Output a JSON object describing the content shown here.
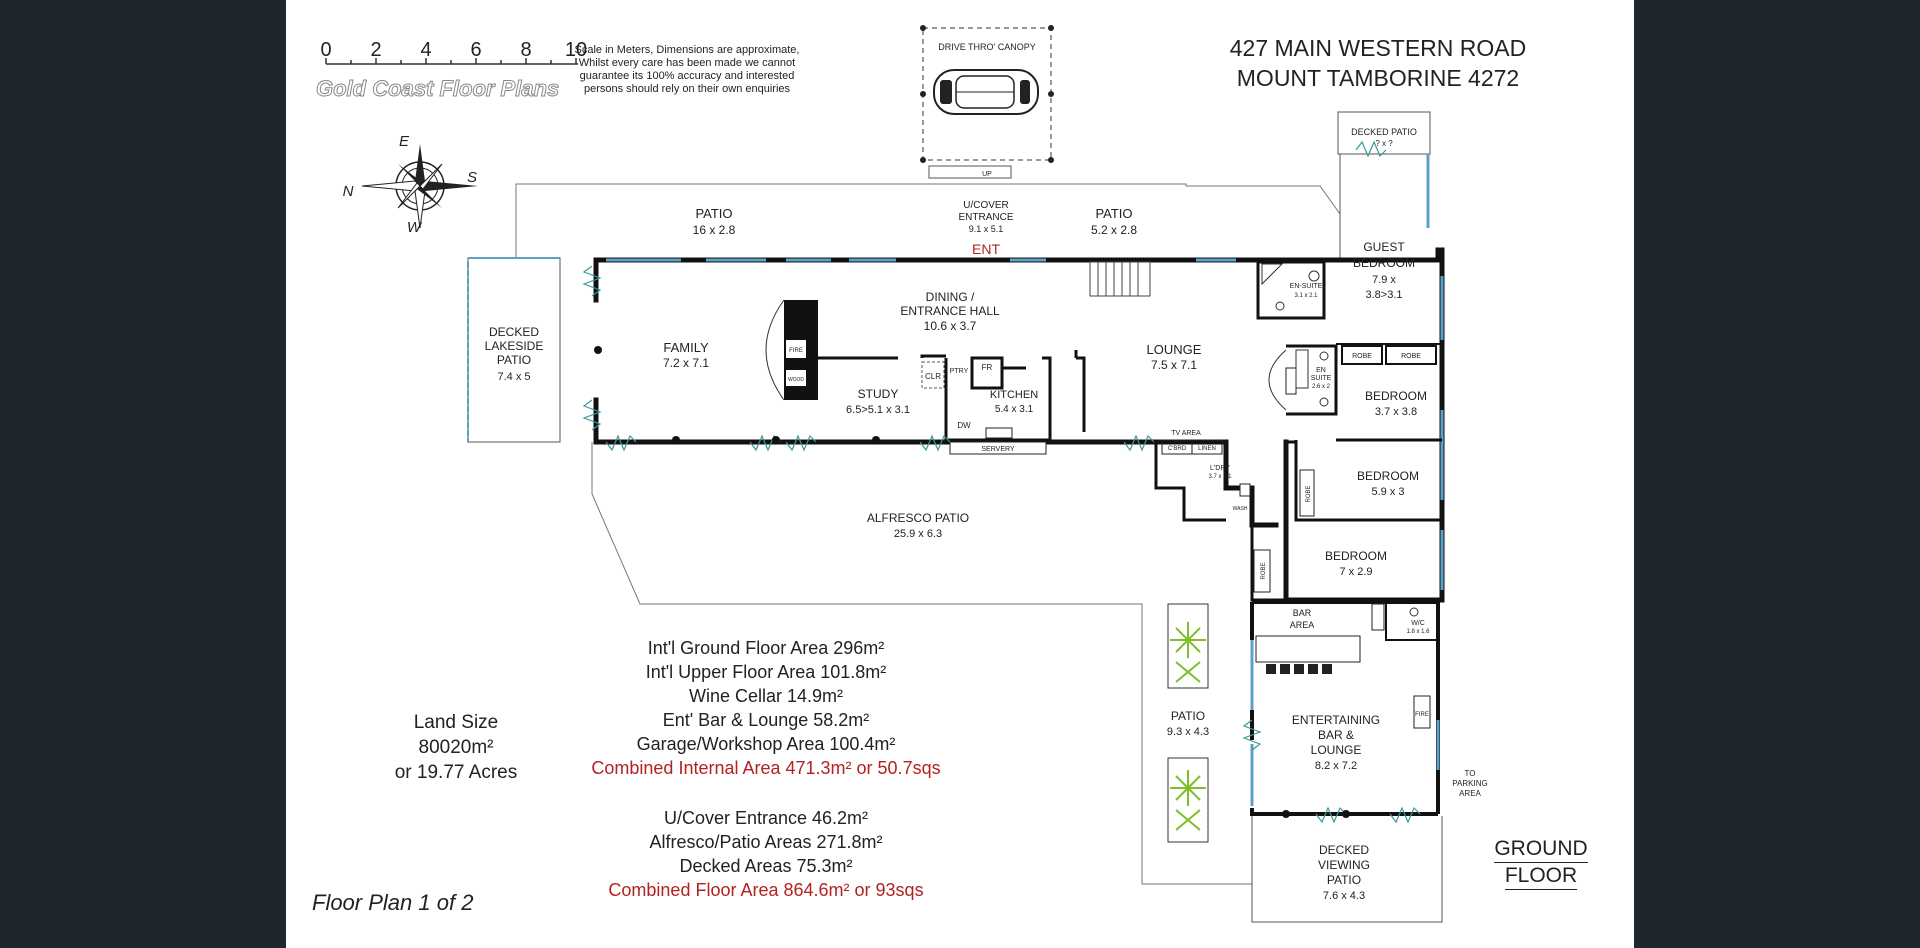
{
  "address": {
    "line1": "427 MAIN WESTERN ROAD",
    "line2": "MOUNT TAMBORINE 4272"
  },
  "scale": {
    "ticks": [
      "0",
      "2",
      "4",
      "6",
      "8",
      "10"
    ],
    "brand": "Gold Coast Floor Plans"
  },
  "disclaimer": [
    "Scale in Meters, Dimensions are approximate,",
    "Whilst every care has been made we cannot",
    "guarantee its 100% accuracy and interested",
    "persons should rely on their own enquiries"
  ],
  "compass": {
    "E": "E",
    "S": "S",
    "W": "W",
    "N": "N"
  },
  "rooms": {
    "drive_canopy": "DRIVE THRO' CANOPY",
    "up": "UP",
    "patio1_name": "PATIO",
    "patio1_dim": "16 x 2.8",
    "ucover_name1": "U/COVER",
    "ucover_name2": "ENTRANCE",
    "ucover_dim": "9.1 x 5.1",
    "patio2_name": "PATIO",
    "patio2_dim": "5.2 x 2.8",
    "ent": "ENT",
    "decked_patio_top": "DECKED PATIO",
    "decked_patio_top_dim": "? x ?",
    "guest_name": "GUEST",
    "guest_name2": "BEDROOM",
    "guest_dim1": "7.9 x",
    "guest_dim2": "3.8>3.1",
    "ensuite1_name": "EN-SUITE",
    "ensuite1_dim": "3.1 x 2.1",
    "lakeside1": "DECKED",
    "lakeside2": "LAKESIDE",
    "lakeside3": "PATIO",
    "lakeside_dim": "7.4 x 5",
    "family_name": "FAMILY",
    "family_dim": "7.2 x 7.1",
    "dining_name1": "DINING /",
    "dining_name2": "ENTRANCE HALL",
    "dining_dim": "10.6 x 3.7",
    "fire": "FIRE",
    "wood": "WOOD",
    "study_name": "STUDY",
    "study_dim": "6.5>5.1 x 3.1",
    "clr": "CLR",
    "ptry": "PTRY",
    "fr": "FR",
    "kitchen_name": "KITCHEN",
    "kitchen_dim": "5.4 x 3.1",
    "dw": "DW",
    "servery": "SERVERY",
    "lounge_name": "LOUNGE",
    "lounge_dim": "7.5 x 7.1",
    "robe": "ROBE",
    "ensuite2_name1": "EN",
    "ensuite2_name2": "SUITE",
    "ensuite2_dim": "2.6 x 2",
    "bed1_name": "BEDROOM",
    "bed1_dim": "3.7 x 3.8",
    "tv_area": "TV AREA",
    "cbrd": "C'BRD",
    "linen": "LINEN",
    "ldry_name": "L'DRY",
    "ldry_dim": "3.7 x 3.1",
    "wash": "WASH",
    "bed2_name": "BEDROOM",
    "bed2_dim": "5.9 x 3",
    "bed3_name": "BEDROOM",
    "bed3_dim": "7 x 2.9",
    "alfresco_name": "ALFRESCO PATIO",
    "alfresco_dim": "25.9 x 6.3",
    "bar_name1": "BAR",
    "bar_name2": "AREA",
    "wc_name": "W/C",
    "wc_dim": "1.8 x 1.6",
    "patio3_name": "PATIO",
    "patio3_dim": "9.3 x 4.3",
    "ent_bar1": "ENTERTAINING",
    "ent_bar2": "BAR &",
    "ent_bar3": "LOUNGE",
    "ent_bar_dim": "8.2 x 7.2",
    "parking1": "TO",
    "parking2": "PARKING",
    "parking3": "AREA",
    "viewing1": "DECKED",
    "viewing2": "VIEWING",
    "viewing3": "PATIO",
    "viewing_dim": "7.6 x 4.3"
  },
  "areas_block1": [
    "Int'l Ground Floor Area 296m²",
    "Int'l Upper Floor Area 101.8m²",
    "Wine Cellar 14.9m²",
    "Ent' Bar & Lounge 58.2m²",
    "Garage/Workshop Area 100.4m²"
  ],
  "combined_internal": "Combined Internal Area 471.3m² or 50.7sqs",
  "areas_block2": [
    "U/Cover Entrance 46.2m²",
    "Alfresco/Patio Areas 271.8m²",
    "Decked Areas 75.3m²"
  ],
  "combined_floor": "Combined Floor Area 864.6m² or 93sqs",
  "land": {
    "line1": "Land Size",
    "line2": "80020m²",
    "line3": "or 19.77 Acres"
  },
  "floor_plan_label": "Floor Plan 1 of 2",
  "ground_floor": {
    "line1": "GROUND",
    "line2": "FLOOR"
  },
  "colors": {
    "text_red": "#b22222",
    "background": "#20262d",
    "sheet": "#ffffff",
    "window": "#5aa0c8",
    "plant": "#7cbf2a"
  }
}
